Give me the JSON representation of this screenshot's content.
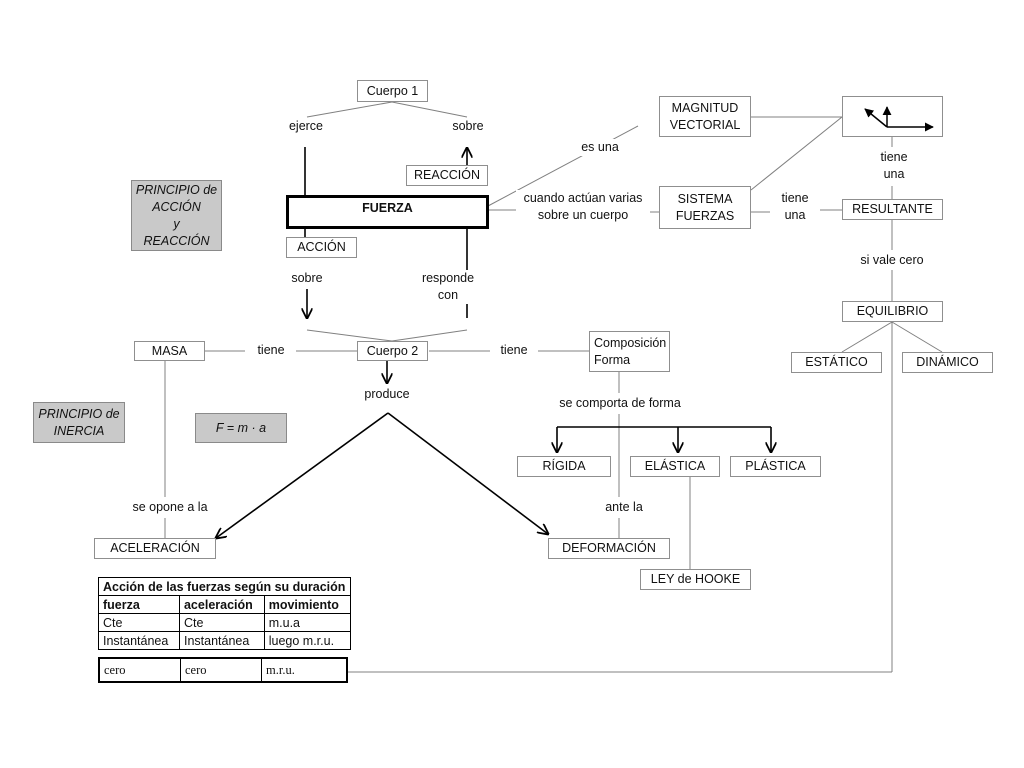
{
  "nodes": {
    "cuerpo1": "Cuerpo 1",
    "reaccion": "REACCIÓN",
    "fuerza": "FUERZA",
    "accion": "ACCIÓN",
    "magnitud_vectorial": "MAGNITUD\nVECTORIAL",
    "sistema_fuerzas": "SISTEMA\nFUERZAS",
    "resultante": "RESULTANTE",
    "equilibrio": "EQUILIBRIO",
    "estatico": "ESTÁTICO",
    "dinamico": "DINÁMICO",
    "masa": "MASA",
    "cuerpo2": "Cuerpo 2",
    "composicion_forma": "Composición\nForma",
    "rigida": "RÍGIDA",
    "elastica": "ELÁSTICA",
    "plastica": "PLÁSTICA",
    "aceleracion": "ACELERACIÓN",
    "deformacion": "DEFORMACIÓN",
    "ley_hooke": "LEY de HOOKE",
    "principio_accion_reaccion": "PRINCIPIO de\nACCIÓN\ny\nREACCIÓN",
    "principio_inercia": "PRINCIPIO de\nINERCIA",
    "formula": "F = m · a"
  },
  "labels": {
    "ejerce": "ejerce",
    "sobre_top": "sobre",
    "sobre_bottom": "sobre",
    "responde_con": "responde\ncon",
    "es_una": "es una",
    "cuando_actuan": "cuando actúan varias\nsobre un cuerpo",
    "tiene_una_right": "tiene\nuna",
    "tiene_una_mid": "tiene\nuna",
    "si_vale_cero": "si vale cero",
    "tiene_masa": "tiene",
    "tiene_forma": "tiene",
    "produce": "produce",
    "se_comporta": "se comporta de forma",
    "se_opone": "se opone a la",
    "ante_la": "ante la"
  },
  "table_duracion": {
    "title": "Acción de las fuerzas según su duración",
    "headers": [
      "fuerza",
      "aceleración",
      "movimiento"
    ],
    "rows": [
      [
        "Cte",
        "Cte",
        "m.u.a"
      ],
      [
        "Instantánea",
        "Instantánea",
        "luego  m.r.u."
      ]
    ]
  },
  "table_cero": {
    "row": [
      "cero",
      "cero",
      "m.r.u."
    ]
  },
  "icons": [
    "vector-sum-icon"
  ]
}
